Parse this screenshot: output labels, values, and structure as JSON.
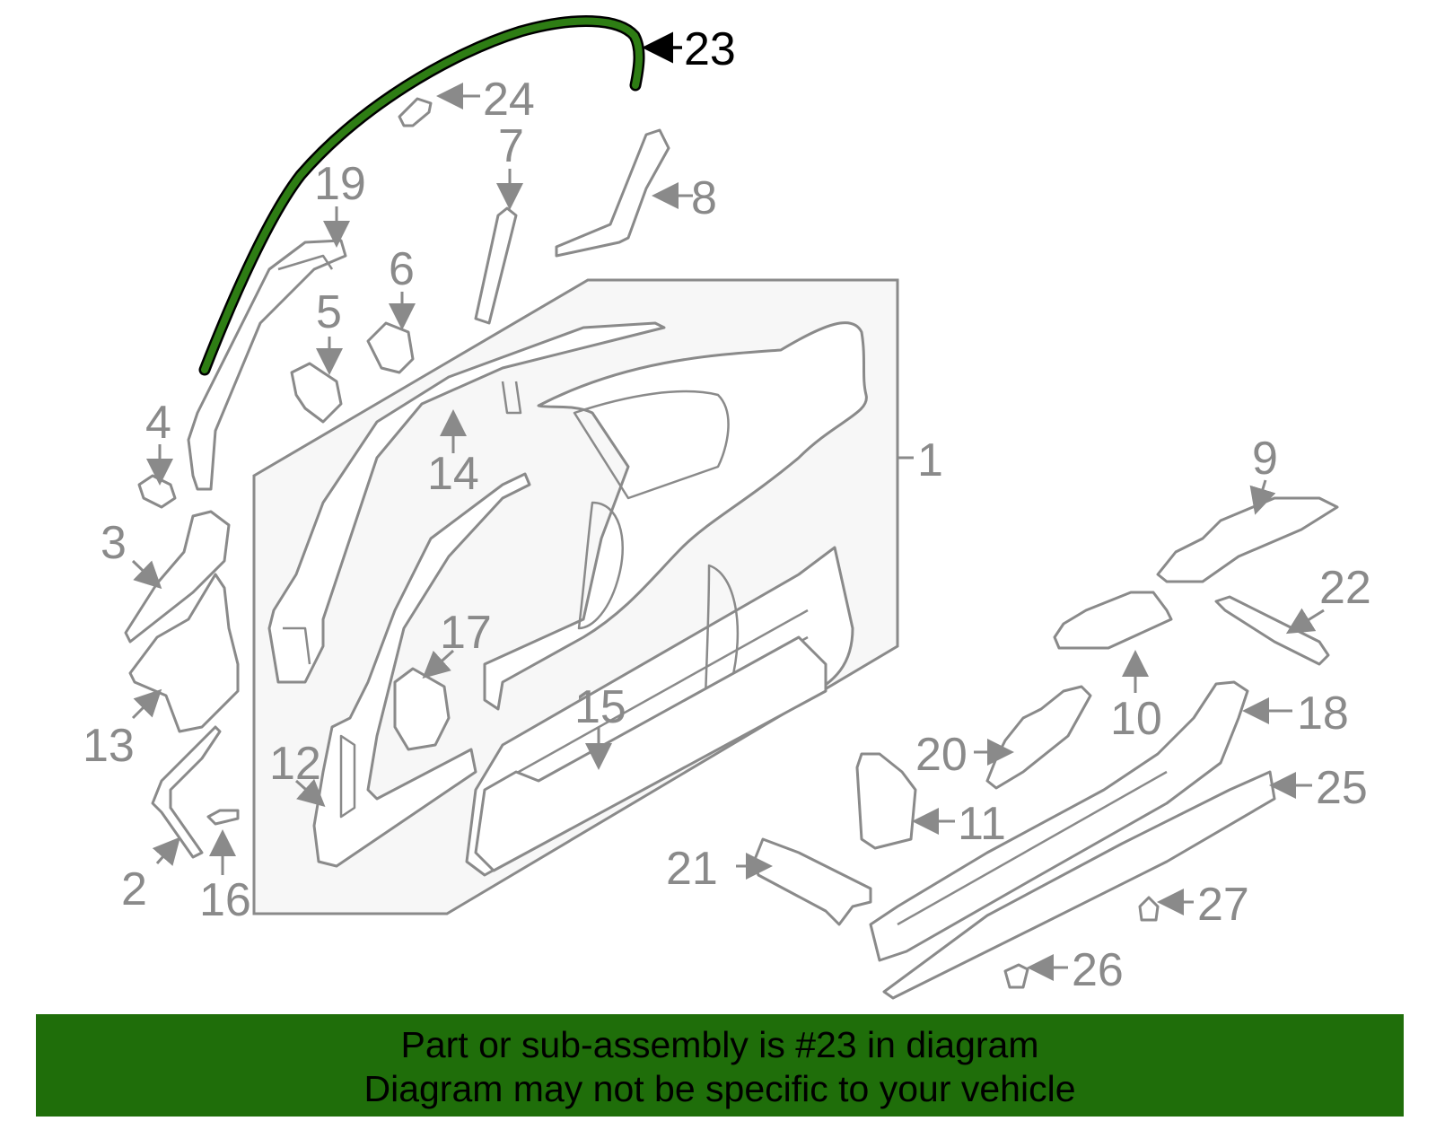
{
  "diagram": {
    "callouts": [
      "1",
      "2",
      "3",
      "4",
      "5",
      "6",
      "7",
      "8",
      "9",
      "10",
      "11",
      "12",
      "13",
      "14",
      "15",
      "16",
      "17",
      "18",
      "19",
      "20",
      "21",
      "22",
      "23",
      "24",
      "25",
      "26",
      "27"
    ],
    "highlighted_callout": "23",
    "highlight_color": "#2e7d14",
    "part_line_color": "#8a8a8a",
    "panel_fill": "#f7f7f7"
  },
  "banner": {
    "line1": "Part or sub-assembly is #23 in diagram",
    "line2": "Diagram may not be specific to your vehicle",
    "background": "#1f6e0a"
  }
}
